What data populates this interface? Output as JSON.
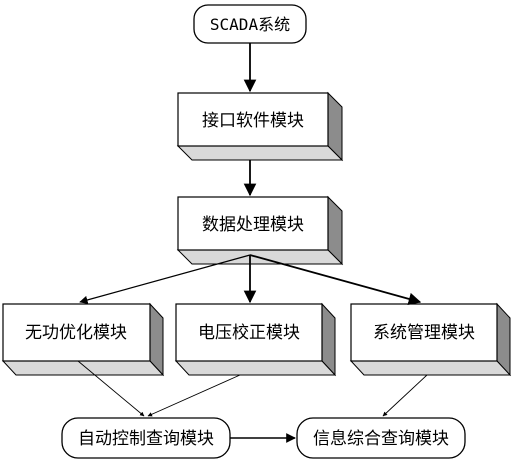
{
  "diagram": {
    "start": {
      "label": "SCADA系统"
    },
    "interface": {
      "label": "接口软件模块"
    },
    "data_processing": {
      "label": "数据处理模块"
    },
    "reactive_opt": {
      "label": "无功优化模块"
    },
    "voltage_check": {
      "label": "电压校正模块"
    },
    "system_mgmt": {
      "label": "系统管理模块"
    },
    "auto_control_query": {
      "label": "自动控制查询模块"
    },
    "info_query": {
      "label": "信息综合查询模块"
    }
  },
  "colors": {
    "box_face": "#ffffff",
    "box_top": "#d9d9d9",
    "box_side": "#8c8c8c",
    "stroke": "#000000"
  }
}
